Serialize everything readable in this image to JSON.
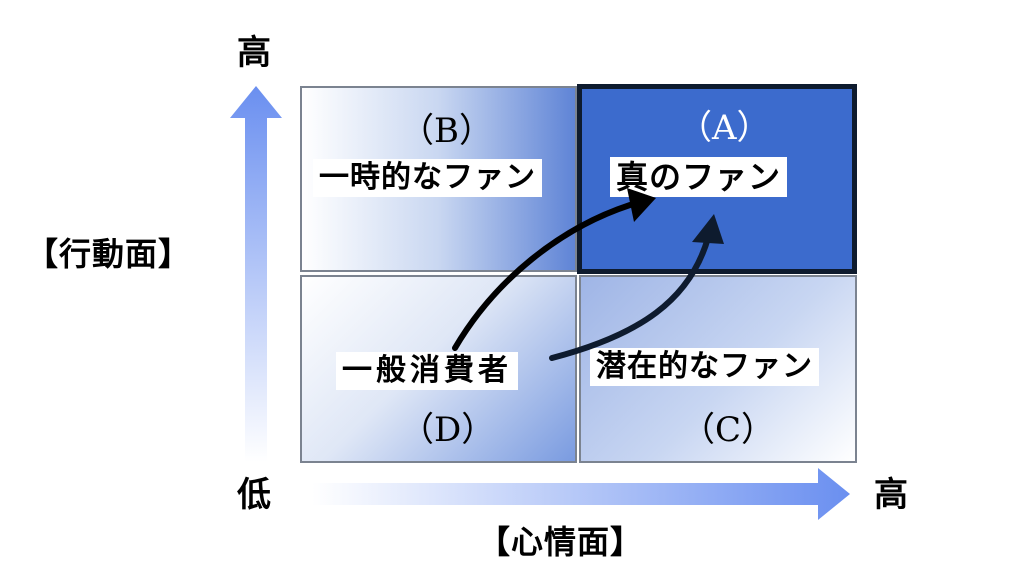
{
  "y_axis": {
    "label": "【行動面】",
    "high": "高",
    "low": "低"
  },
  "x_axis": {
    "label": "【心情面】",
    "high": "高"
  },
  "quadrants": {
    "A": {
      "letter": "（A）",
      "name": "真のファン",
      "color": "#3c6bcd"
    },
    "B": {
      "letter": "（B）",
      "name": "一時的なファン"
    },
    "C": {
      "letter": "（C）",
      "name": "潜在的なファン"
    },
    "D": {
      "letter": "（D）",
      "name": "一般消費者"
    }
  },
  "colors": {
    "arrow": "#000000",
    "axis_arrow": "#6a8ff0",
    "highlight_border": "#0e1b2e"
  }
}
